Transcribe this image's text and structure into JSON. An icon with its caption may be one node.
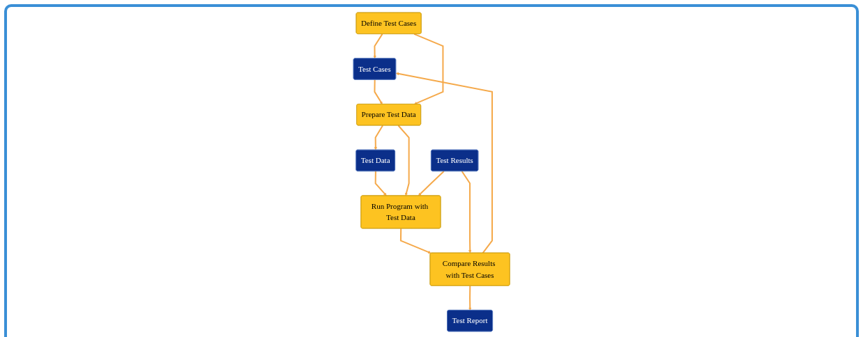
{
  "diagram": {
    "nodes": [
      {
        "text": [
          "Test Cases"
        ]
      },
      {
        "text": [
          "Test Data"
        ]
      },
      {
        "text": [
          "Test Results"
        ]
      },
      {
        "text": [
          "Test Report"
        ]
      },
      {
        "text": [
          "Define Test Cases"
        ]
      },
      {
        "text": [
          "Prepare Test Data"
        ]
      },
      {
        "text": [
          "Run Program with Test Data"
        ]
      },
      {
        "text": [
          "Compare Results with Test Cases"
        ]
      }
    ],
    "edges": [
      {
        "from": 4,
        "to": 0,
        "arrow": "to"
      },
      {
        "from": 0,
        "to": 5,
        "arrow": "to"
      },
      {
        "from": 4,
        "to": 5,
        "arrow": "to"
      },
      {
        "from": 5,
        "to": 1,
        "arrow": "to"
      },
      {
        "from": 1,
        "to": 6,
        "arrow": "to"
      },
      {
        "from": 5,
        "to": 6,
        "arrow": "to"
      },
      {
        "from": 2,
        "to": 6,
        "arrow": "to"
      },
      {
        "from": 6,
        "to": 7,
        "arrow": "to"
      },
      {
        "from": 2,
        "to": 7,
        "arrow": "to"
      },
      {
        "from": 7,
        "to": 3,
        "arrow": "to"
      },
      {
        "from": 7,
        "to": 0,
        "arrow": "to"
      }
    ]
  }
}
